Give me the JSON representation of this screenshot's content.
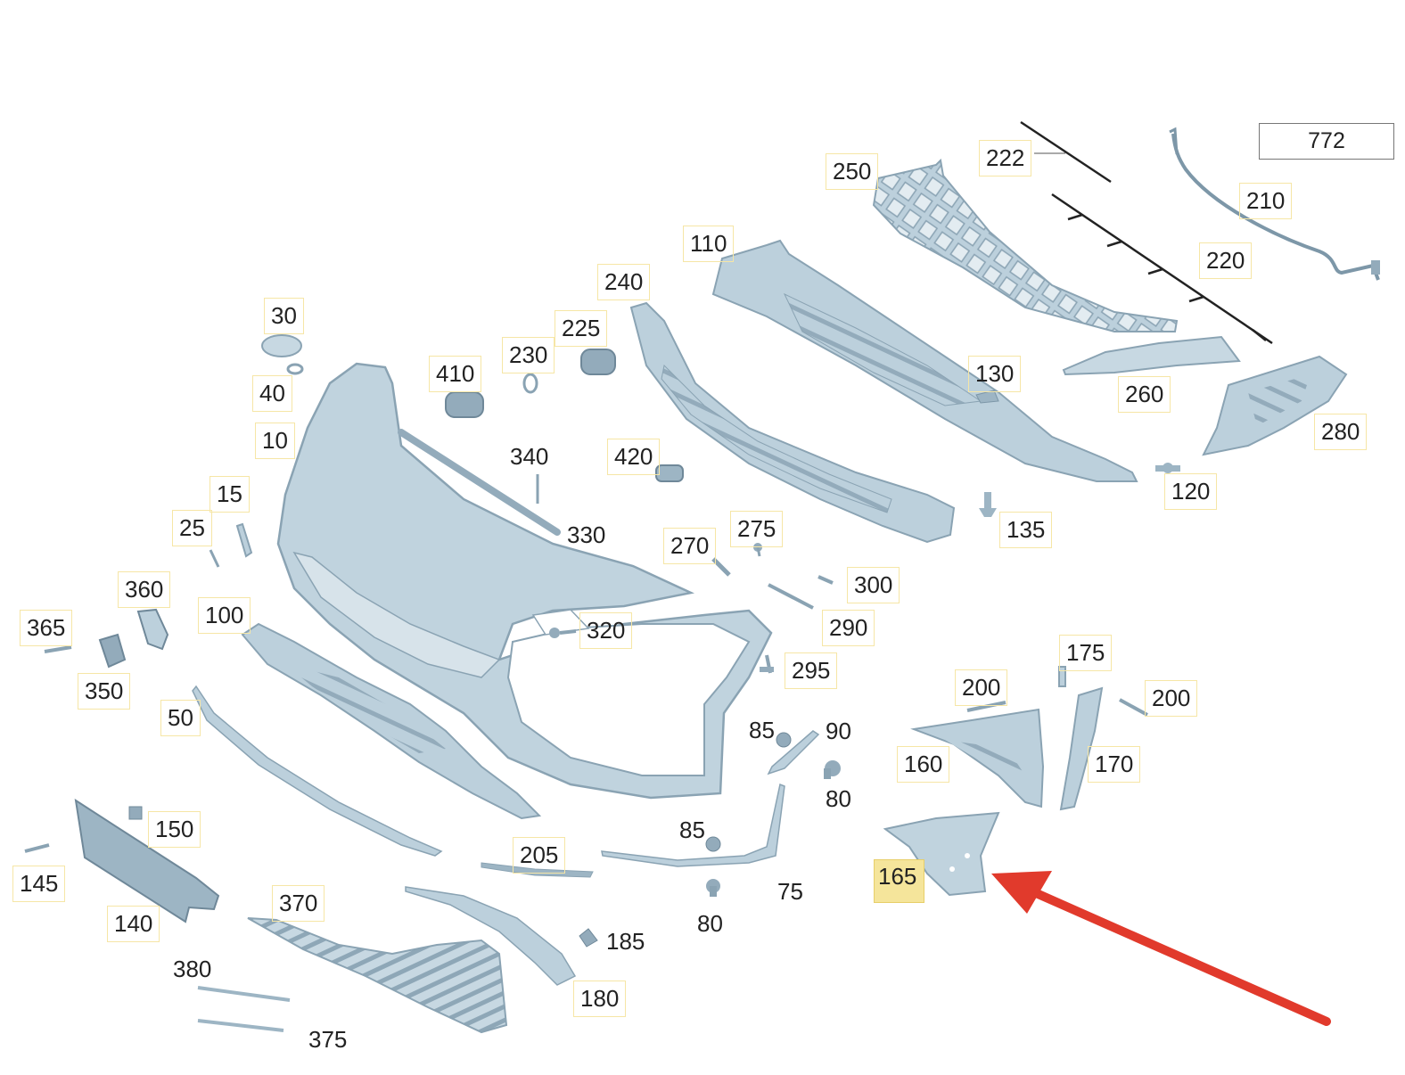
{
  "group_number": "772",
  "part_callouts": [
    {
      "id": "c772",
      "label": "210"
    },
    {
      "id": "c222",
      "label": "222"
    },
    {
      "id": "c220",
      "label": "220"
    },
    {
      "id": "c250",
      "label": "250"
    },
    {
      "id": "c110",
      "label": "110"
    },
    {
      "id": "c240",
      "label": "240"
    },
    {
      "id": "c225",
      "label": "225"
    },
    {
      "id": "c230",
      "label": "230"
    },
    {
      "id": "c410",
      "label": "410"
    },
    {
      "id": "c30",
      "label": "30"
    },
    {
      "id": "c40",
      "label": "40"
    },
    {
      "id": "c10",
      "label": "10"
    },
    {
      "id": "c130",
      "label": "130"
    },
    {
      "id": "c260",
      "label": "260"
    },
    {
      "id": "c280",
      "label": "280"
    },
    {
      "id": "c120",
      "label": "120"
    },
    {
      "id": "c135",
      "label": "135"
    },
    {
      "id": "c340",
      "label": "340"
    },
    {
      "id": "c420",
      "label": "420"
    },
    {
      "id": "c330",
      "label": "330"
    },
    {
      "id": "c15",
      "label": "15"
    },
    {
      "id": "c25",
      "label": "25"
    },
    {
      "id": "c275",
      "label": "275"
    },
    {
      "id": "c270",
      "label": "270"
    },
    {
      "id": "c300",
      "label": "300"
    },
    {
      "id": "c360",
      "label": "360"
    },
    {
      "id": "c365",
      "label": "365"
    },
    {
      "id": "c100",
      "label": "100"
    },
    {
      "id": "c290",
      "label": "290"
    },
    {
      "id": "c320",
      "label": "320"
    },
    {
      "id": "c175",
      "label": "175"
    },
    {
      "id": "c350",
      "label": "350"
    },
    {
      "id": "c295",
      "label": "295"
    },
    {
      "id": "c200a",
      "label": "200"
    },
    {
      "id": "c200b",
      "label": "200"
    },
    {
      "id": "c50",
      "label": "50"
    },
    {
      "id": "c85a",
      "label": "85"
    },
    {
      "id": "c90",
      "label": "90"
    },
    {
      "id": "c160",
      "label": "160"
    },
    {
      "id": "c170",
      "label": "170"
    },
    {
      "id": "c80a",
      "label": "80"
    },
    {
      "id": "c150",
      "label": "150"
    },
    {
      "id": "c85b",
      "label": "85"
    },
    {
      "id": "c205",
      "label": "205"
    },
    {
      "id": "c145",
      "label": "145"
    },
    {
      "id": "c165",
      "label": "165"
    },
    {
      "id": "c75",
      "label": "75"
    },
    {
      "id": "c370",
      "label": "370"
    },
    {
      "id": "c140",
      "label": "140"
    },
    {
      "id": "c80b",
      "label": "80"
    },
    {
      "id": "c185",
      "label": "185"
    },
    {
      "id": "c380",
      "label": "380"
    },
    {
      "id": "c180",
      "label": "180"
    },
    {
      "id": "c375",
      "label": "375"
    }
  ],
  "highlighted_part": "165",
  "colors": {
    "part_fill": "#bcd0dc",
    "part_stroke": "#8aa3b3",
    "part_dark": "#9db5c4",
    "callout_border": "#f6e6a6",
    "highlight": "#f5e59b",
    "arrow": "#e13a2c"
  }
}
